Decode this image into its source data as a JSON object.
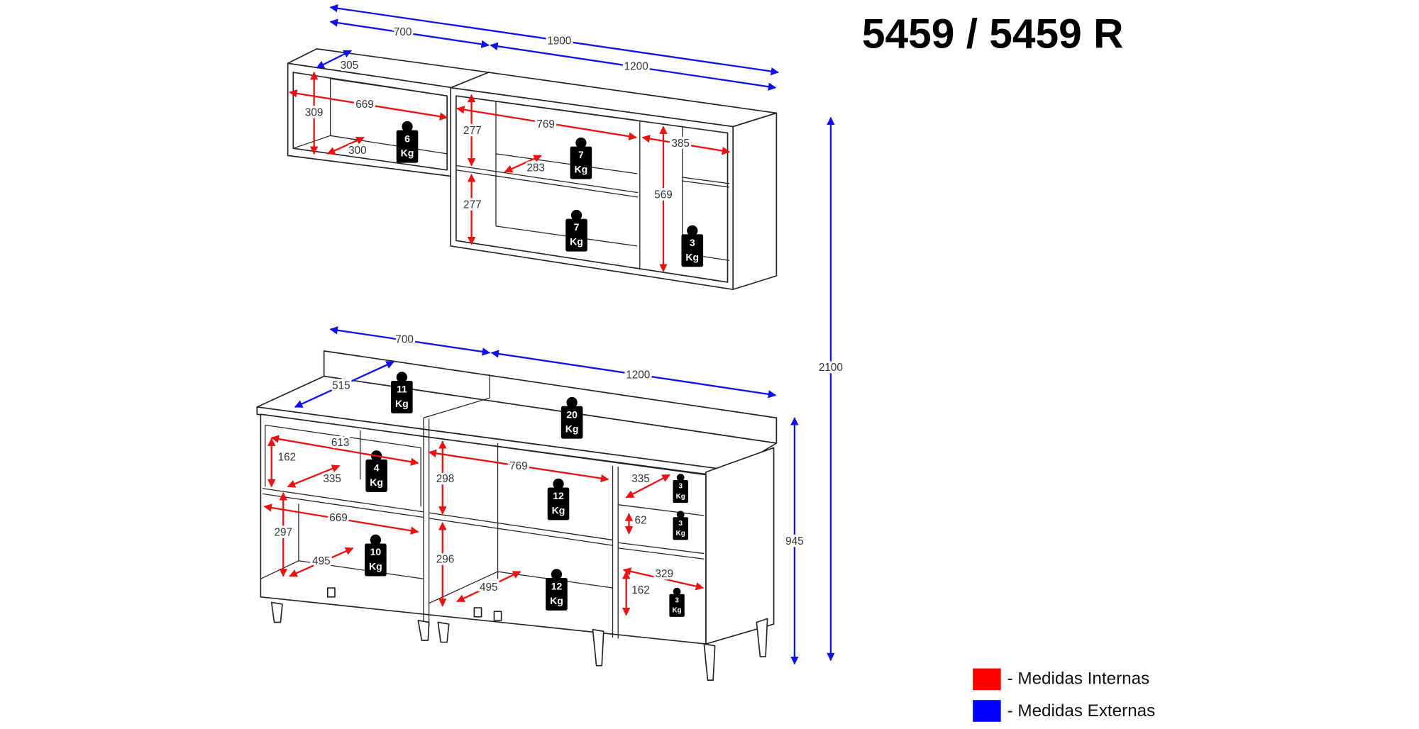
{
  "title": "5459 / 5459 R",
  "legend": {
    "internal": {
      "label": "- Medidas Internas",
      "color": "#ff0000"
    },
    "external": {
      "label": "- Medidas Externas",
      "color": "#0000ff"
    }
  },
  "external_dims": {
    "total_width": "1900",
    "upper_left_width": "700",
    "upper_right_width": "1200",
    "upper_depth": "305",
    "lower_left_width": "700",
    "lower_right_width": "1200",
    "lower_depth": "515",
    "total_height": "2100",
    "lower_height": "945"
  },
  "internal_dims": {
    "ul_width": "669",
    "ul_height": "309",
    "ul_depth": "300",
    "ur_height_top": "277",
    "ur_height_bottom": "277",
    "ur_width": "769",
    "ur_depth": "283",
    "ur_side_width": "385",
    "ur_side_height": "569",
    "ll_drawer_width": "613",
    "ll_drawer_height": "162",
    "ll_drawer_depth": "335",
    "ll_width": "669",
    "ll_height": "297",
    "ll_depth": "495",
    "lm_width": "769",
    "lm_height_top": "298",
    "lm_height_bottom": "296",
    "lm_depth": "495",
    "lr_drawer_depth": "335",
    "lr_drawer_height": "62",
    "lr_bottom_width": "329",
    "lr_bottom_height": "162"
  },
  "weights": {
    "unit": "Kg",
    "ul": "6",
    "ur_top": "7",
    "ur_bottom": "7",
    "ur_side": "3",
    "counter_left": "11",
    "counter_right": "20",
    "ll_drawer": "4",
    "lm_top": "12",
    "ll_bottom": "10",
    "lm_bottom": "12",
    "lr_drawer1": "3",
    "lr_drawer2": "3",
    "lr_bottom": "3"
  }
}
